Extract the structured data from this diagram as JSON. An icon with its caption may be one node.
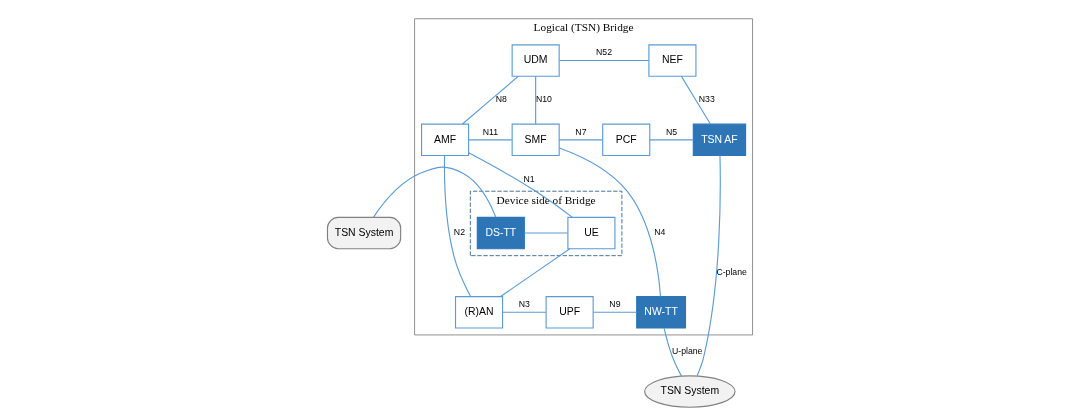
{
  "diagram": {
    "nodes": [
      {
        "text": [
          "Logical (TSN) Bridge"
        ]
      },
      {
        "text": [
          "UDM"
        ],
        "in": 0
      },
      {
        "text": [
          "NEF"
        ],
        "in": 0
      },
      {
        "text": [
          "AMF"
        ],
        "in": 0
      },
      {
        "text": [
          "SMF"
        ],
        "in": 0
      },
      {
        "text": [
          "PCF"
        ],
        "in": 0
      },
      {
        "text": [
          "TSN AF"
        ],
        "in": 0
      },
      {
        "text": [
          "TSN System"
        ]
      },
      {
        "text": [
          "Device side of Bridge"
        ],
        "in": 0
      },
      {
        "text": [
          "TSN System"
        ]
      },
      {
        "text": [
          "DS-TT"
        ],
        "in": 8
      },
      {
        "text": [
          "UE"
        ],
        "in": 8
      },
      {
        "text": [
          "(R)AN"
        ],
        "in": 0
      },
      {
        "text": [
          "UPF"
        ],
        "in": 0
      },
      {
        "text": [
          "NW-TT"
        ],
        "in": 0
      }
    ],
    "edges": [
      {
        "from": 1,
        "to": 2,
        "arrow": "none",
        "label": "N52"
      },
      {
        "from": 2,
        "to": 6,
        "arrow": "none",
        "label": "N33"
      },
      {
        "from": 1,
        "to": 3,
        "arrow": "none",
        "label": "N8"
      },
      {
        "from": 1,
        "to": 4,
        "arrow": "none",
        "label": "N10"
      },
      {
        "from": 3,
        "to": 4,
        "arrow": "none",
        "label": "N11"
      },
      {
        "from": 4,
        "to": 5,
        "arrow": "none",
        "label": "N7"
      },
      {
        "from": 5,
        "to": 6,
        "arrow": "none",
        "label": "N5"
      },
      {
        "from": 6,
        "to": 7,
        "arrow": "none",
        "label": "C-plane"
      },
      {
        "from": 4,
        "to": 14,
        "arrow": "none",
        "label": "N4"
      },
      {
        "from": 11,
        "to": 3,
        "arrow": "none",
        "label": "N1"
      },
      {
        "from": 12,
        "to": 3,
        "arrow": "none",
        "label": "N2"
      },
      {
        "from": 9,
        "to": 10,
        "arrow": "none"
      },
      {
        "from": 10,
        "to": 11,
        "arrow": "none"
      },
      {
        "from": 11,
        "to": 12,
        "arrow": "none"
      },
      {
        "from": 12,
        "to": 13,
        "arrow": "none",
        "label": "N3"
      },
      {
        "from": 14,
        "to": 7,
        "arrow": "none",
        "label": "U-plane"
      },
      {
        "from": 13,
        "to": 14,
        "arrow": "none",
        "label": "N9"
      }
    ]
  }
}
